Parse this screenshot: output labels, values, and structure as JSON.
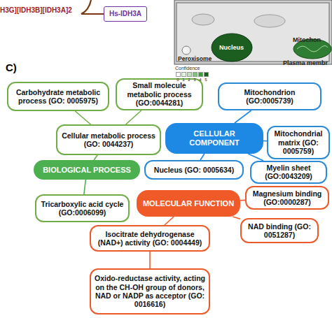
{
  "diagram": {
    "nodes": [
      {
        "text": [
          "Hs-IDH3A"
        ]
      },
      {
        "text": [
          "Carbohydrate metabolic process (GO: 0005975)"
        ]
      },
      {
        "text": [
          "Small molecule metabolic process (GO:0044281)"
        ]
      },
      {
        "text": [
          "Mitochondrion (GO:0005739)"
        ]
      },
      {
        "text": [
          "Cellular metabolic process (GO: 0044237)"
        ]
      },
      {
        "text": [
          "CELLULAR COMPONENT"
        ]
      },
      {
        "text": [
          "Mitochondrial matrix (GO: 0005759)"
        ]
      },
      {
        "text": [
          "BIOLOGICAL PROCESS"
        ]
      },
      {
        "text": [
          "Nucleus (GO: 0005634)"
        ]
      },
      {
        "text": [
          "Myelin sheet (GO:0043209)"
        ]
      },
      {
        "text": [
          "Magnesium binding (GO:0000287)"
        ]
      },
      {
        "text": [
          "MOLECULAR FUNCTION"
        ]
      },
      {
        "text": [
          "Tricarboxylic acid cycle (GO:0006099)"
        ]
      },
      {
        "text": [
          "NAD binding (GO: 0051287)"
        ]
      },
      {
        "text": [
          "Isocitrate dehydrogenase (NAD+) activity (GO: 0004449)"
        ]
      },
      {
        "text": [
          "Oxido-reductase activity, acting on the CH-OH group of donors, NAD or NADP as acceptor (GO: 0016616)"
        ]
      }
    ],
    "edges": [
      {
        "from": 1,
        "to": 4,
        "arrow": "none"
      },
      {
        "from": 2,
        "to": 4,
        "arrow": "none"
      },
      {
        "from": 4,
        "to": 7,
        "arrow": "none"
      },
      {
        "from": 7,
        "to": 12,
        "arrow": "none"
      },
      {
        "from": 5,
        "to": 3,
        "arrow": "none"
      },
      {
        "from": 5,
        "to": 6,
        "arrow": "none"
      },
      {
        "from": 5,
        "to": 8,
        "arrow": "none"
      },
      {
        "from": 5,
        "to": 9,
        "arrow": "none"
      },
      {
        "from": 11,
        "to": 10,
        "arrow": "none"
      },
      {
        "from": 11,
        "to": 13,
        "arrow": "none"
      },
      {
        "from": 11,
        "to": 14,
        "arrow": "none"
      },
      {
        "from": 14,
        "to": 15,
        "arrow": "none"
      }
    ],
    "labels": [
      "H3G][IDH3B][IDH3A]2",
      "C)",
      "Nucleus",
      "Mitochon",
      "Peroxisome",
      "Plasma membr",
      "Confidence"
    ],
    "legend": [
      {
        "text": "0",
        "color": "#ffffff"
      },
      {
        "text": "1",
        "color": "#e3f2e1"
      },
      {
        "text": "2",
        "color": "#bfe0bb"
      },
      {
        "text": "3",
        "color": "#7fc27a"
      },
      {
        "text": "4",
        "color": "#3f9a3f"
      },
      {
        "text": "5",
        "color": "#1b5e20"
      }
    ]
  }
}
